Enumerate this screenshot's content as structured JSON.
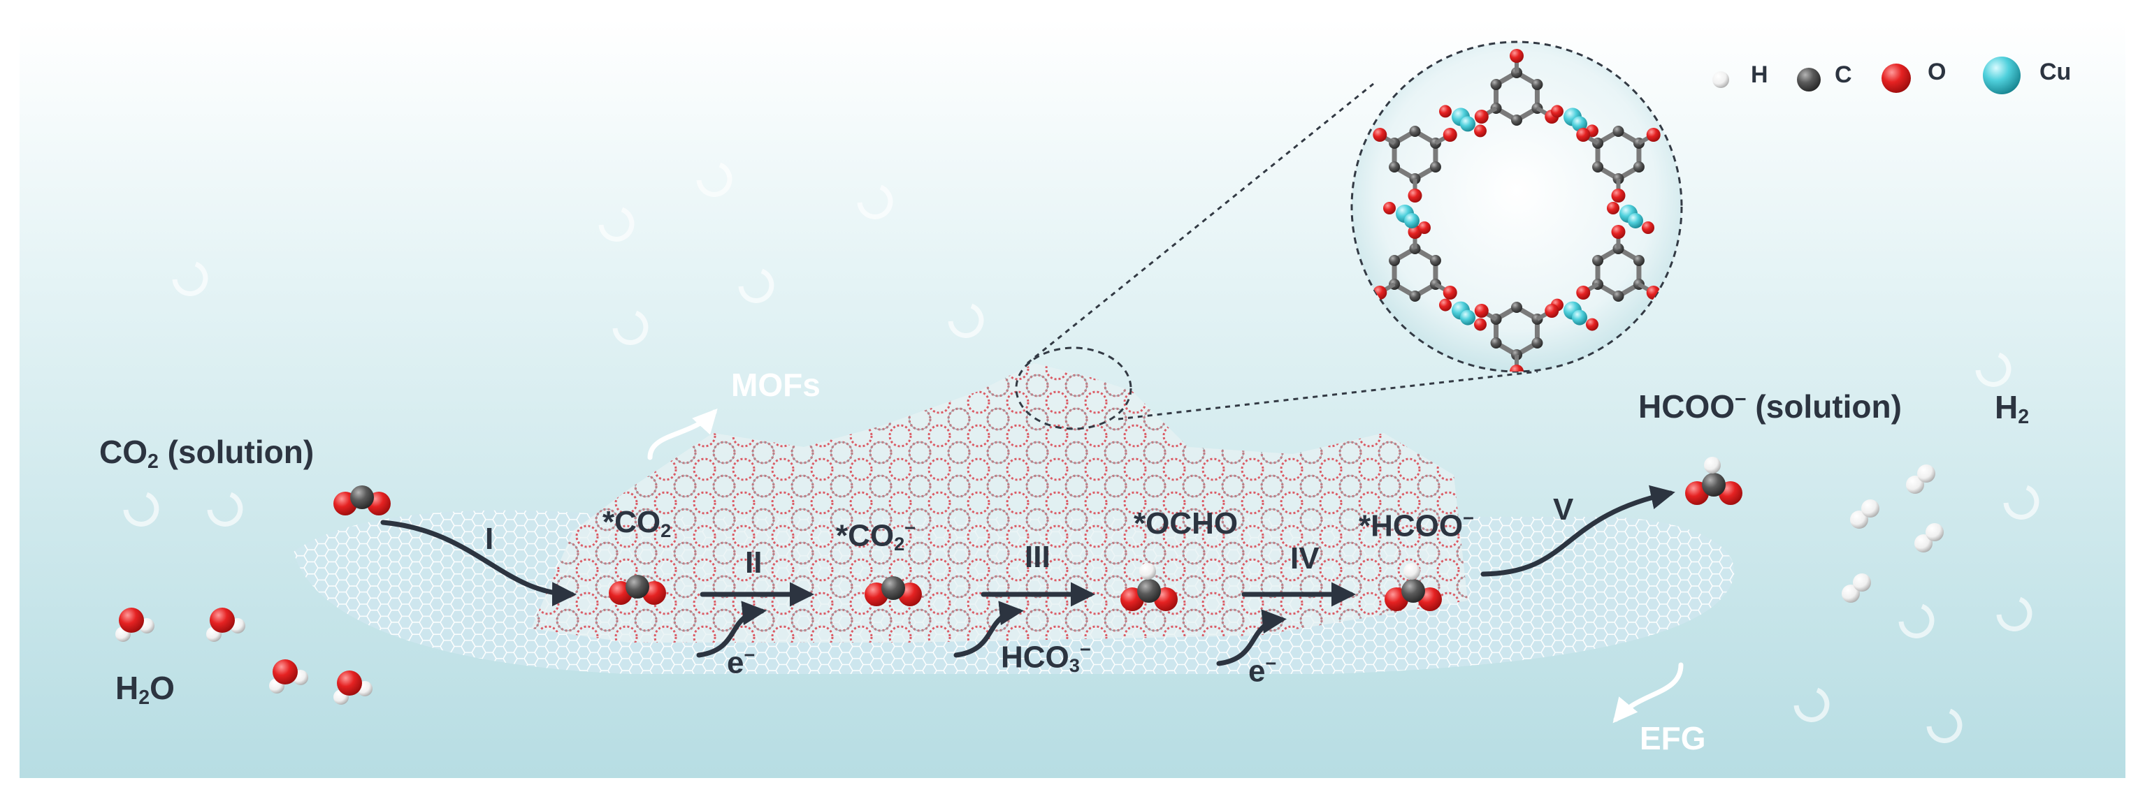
{
  "legend": {
    "h": "H",
    "c": "C",
    "o": "O",
    "cu": "Cu"
  },
  "labels": {
    "co2_solution": "CO",
    "co2_solution_sub": "2",
    "co2_solution_tail": " (solution)",
    "h2o": "H",
    "h2o_sub": "2",
    "h2o_tail": "O",
    "mofs": "MOFs",
    "efg": "EFG",
    "star_co2": "*CO",
    "star_co2_sub": "2",
    "star_co2_minus": "*CO",
    "star_co2_minus_sub": "2",
    "star_co2_minus_sup": "−",
    "star_ocho": "*OCHO",
    "star_hcoo": "*HCOO",
    "star_hcoo_sup": "−",
    "hcoo_solution": "HCOO",
    "hcoo_solution_sup": "−",
    "hcoo_solution_tail": " (solution)",
    "h2": "H",
    "h2_sub": "2",
    "electron_1": "e",
    "electron_1_sup": "−",
    "electron_2": "e",
    "electron_2_sup": "−",
    "hco3": "HCO",
    "hco3_sub": "3",
    "hco3_sup": "−"
  },
  "steps": {
    "s1": "I",
    "s2": "II",
    "s3": "III",
    "s4": "IV",
    "s5": "V"
  },
  "colors": {
    "background_top": "#ffffff",
    "background_bottom": "#b9dfe4",
    "oxygen": "#e02020",
    "carbon": "#5c5c5c",
    "hydrogen": "#f2f2f2",
    "copper": "#4fd0dc",
    "arrow": "#2c3440",
    "mof_red": "#d94a55",
    "sheet": "#ffffff"
  }
}
